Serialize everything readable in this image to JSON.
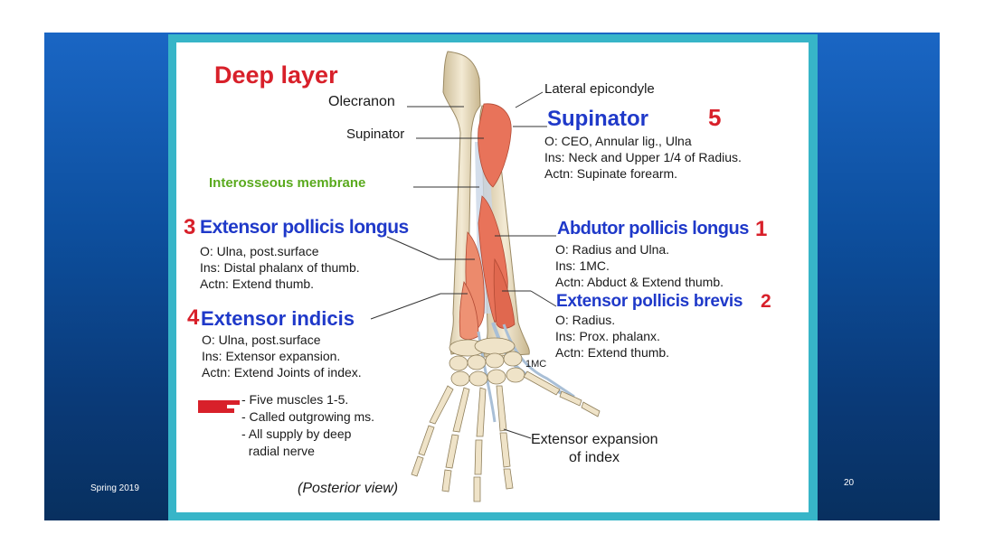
{
  "footer": {
    "left": "Spring 2019",
    "page_number": "20"
  },
  "figure": {
    "title": "Deep layer",
    "labels": {
      "olecranon": "Olecranon",
      "lateral_epicondyle": "Lateral epicondyle",
      "supinator_line": "Supinator",
      "interosseous": "Interosseous membrane",
      "mc": "1MC",
      "extensor_expansion_1": "Extensor expansion",
      "extensor_expansion_2": "of index",
      "posterior_view": "(Posterior view)"
    },
    "muscles": {
      "supinator": {
        "name": "Supinator",
        "num": "5",
        "lines": [
          "O: CEO, Annular lig., Ulna",
          "Ins: Neck and Upper 1/4 of Radius.",
          "Actn: Supinate forearm."
        ]
      },
      "epl": {
        "name": "Extensor pollicis longus",
        "num": "3",
        "lines": [
          "O: Ulna, post.surface",
          "Ins: Distal phalanx of thumb.",
          "Actn: Extend thumb."
        ]
      },
      "apl": {
        "name": "Abdutor pollicis longus",
        "num": "1",
        "lines": [
          "O: Radius and Ulna.",
          "Ins: 1MC.",
          "Actn: Abduct & Extend thumb."
        ]
      },
      "epb": {
        "name": "Extensor pollicis brevis",
        "num": "2",
        "lines": [
          "O: Radius.",
          "Ins: Prox. phalanx.",
          "Actn: Extend thumb."
        ]
      },
      "ei": {
        "name": "Extensor indicis",
        "num": "4",
        "lines": [
          "O: Ulna, post.surface",
          "Ins: Extensor expansion.",
          "Actn: Extend Joints of index."
        ]
      }
    },
    "notes": [
      "- Five muscles 1-5.",
      "- Called outgrowing ms.",
      "- All supply by deep",
      "  radial nerve"
    ],
    "colors": {
      "muscle": "#e8735a",
      "bone": "#e9dcc0",
      "accent_red": "#d8202a",
      "accent_blue": "#1f39c9",
      "accent_green": "#5aaa1e"
    },
    "icons": [
      "pointing-hand-icon"
    ]
  }
}
